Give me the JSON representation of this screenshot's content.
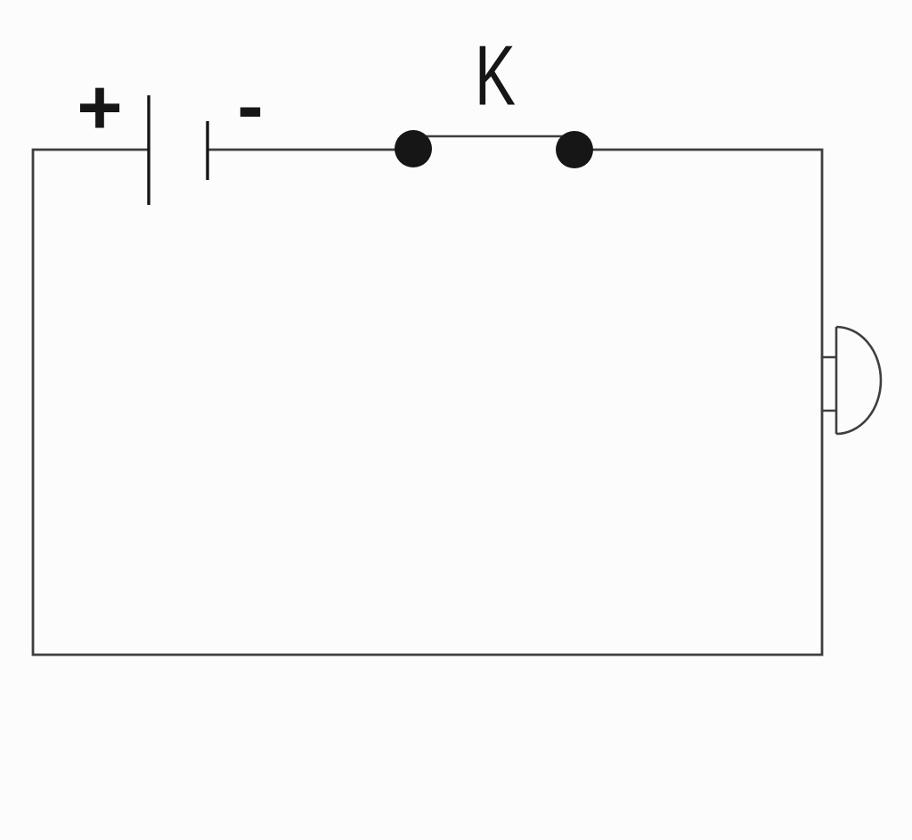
{
  "diagram": {
    "type": "electrical-circuit-schematic",
    "background_color": "#fcfcfc",
    "line_color": "#3f3f3f",
    "symbol_color": "#161616",
    "battery": {
      "kind": "cell",
      "positive_label": "+",
      "negative_label": "-"
    },
    "switch": {
      "kind": "switch-with-two-terminals",
      "label": "K",
      "state": "closed"
    },
    "earphone": {
      "kind": "receiver-earphone-symbol",
      "terminals": 2
    }
  }
}
